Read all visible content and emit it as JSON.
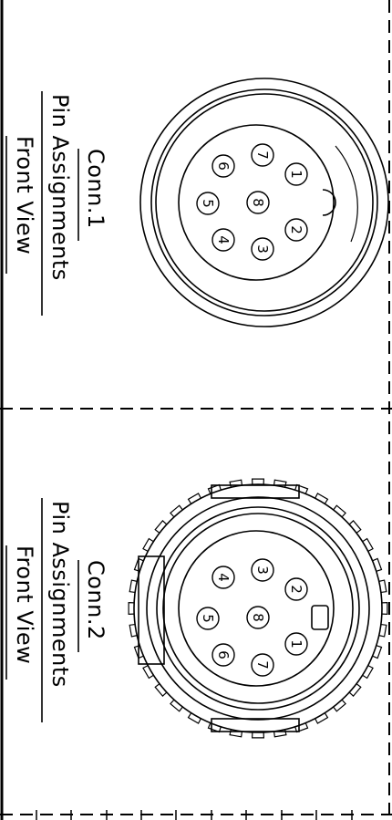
{
  "connector1": {
    "title": "Conn.1",
    "subtitle": "Pin Assignments",
    "view": "Front View",
    "pins": [
      "1",
      "2",
      "3",
      "4",
      "5",
      "6",
      "7",
      "8"
    ]
  },
  "connector2": {
    "title": "Conn.2",
    "subtitle": "Pin Assignments",
    "view": "Front View",
    "pins": [
      "1",
      "2",
      "3",
      "4",
      "5",
      "6",
      "7",
      "8"
    ]
  }
}
